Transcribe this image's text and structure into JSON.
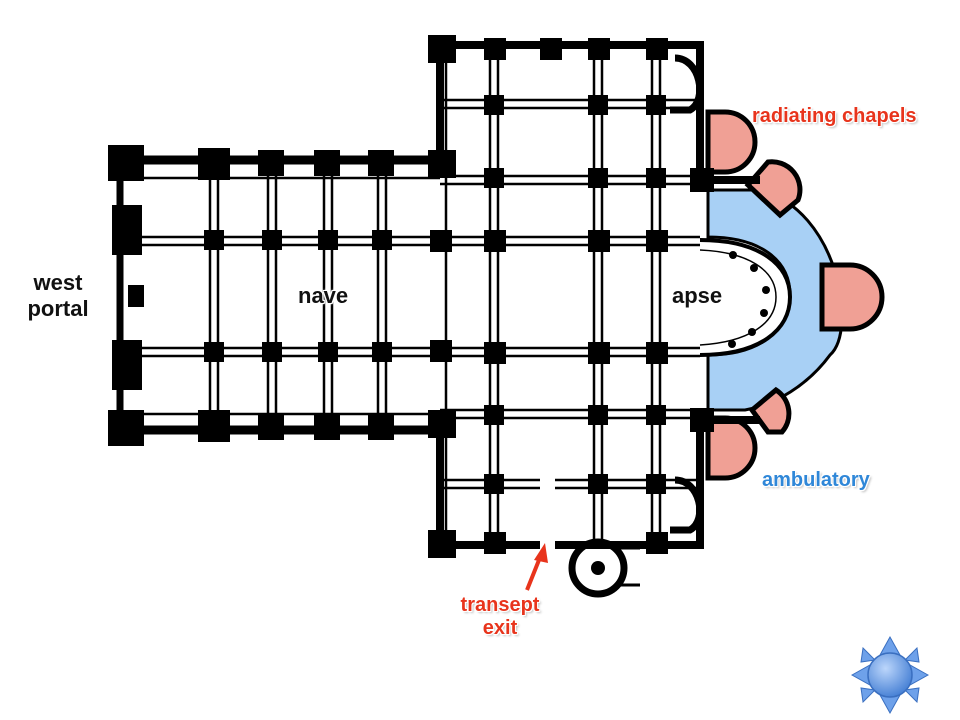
{
  "labels": {
    "west_portal_line1": "west",
    "west_portal_line2": "portal",
    "nave": "nave",
    "apse": "apse",
    "radiating_chapels": "radiating chapels",
    "ambulatory": "ambulatory",
    "transept_line1": "transept",
    "transept_line2": "exit"
  },
  "colors": {
    "wall": "#000000",
    "chapel_fill": "#f0a095",
    "ambulatory_fill": "#a8d0f5",
    "label_red": "#e8341c",
    "label_blue": "#2f87d8",
    "sun": "#5b93e0"
  },
  "icons": {
    "arrow": "arrow-icon",
    "sun": "sun-icon"
  }
}
